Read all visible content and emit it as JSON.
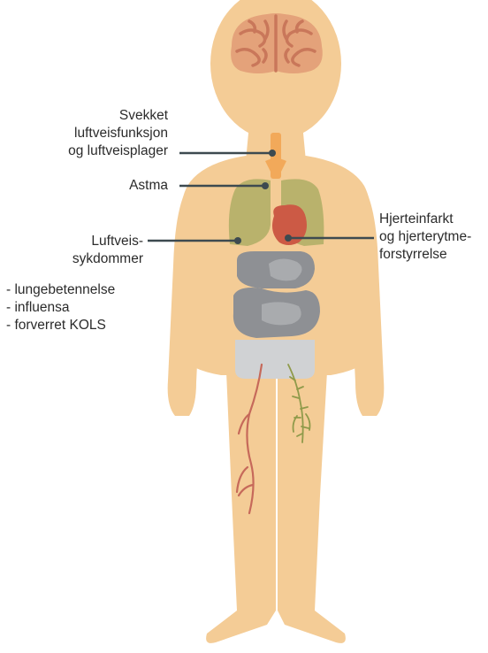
{
  "labels": {
    "respiratory_function": [
      "Svekket",
      "luftveisfunksjon",
      "og luftveisplager"
    ],
    "asthma": [
      "Astma"
    ],
    "respiratory_diseases": [
      "Luftveis-",
      "sykdommer"
    ],
    "respiratory_disease_list": [
      "- lungebetennelse",
      "- influensa",
      "- forverret KOLS"
    ],
    "heart": [
      "Hjerteinfarkt",
      "og hjerterytme-",
      "forstyrrelse"
    ]
  },
  "colors": {
    "skin": "#f4cc96",
    "brain": "#e4a27a",
    "brain_fold": "#c9775a",
    "trachea": "#f2a95a",
    "lungs": "#b9b26c",
    "heart": "#cc5a45",
    "organs": "#8e9094",
    "organs_light": "#a9abae",
    "bladder": "#d0d2d4",
    "artery": "#c6695a",
    "vein": "#8f9a4a",
    "pointer": "#3d4a50"
  }
}
